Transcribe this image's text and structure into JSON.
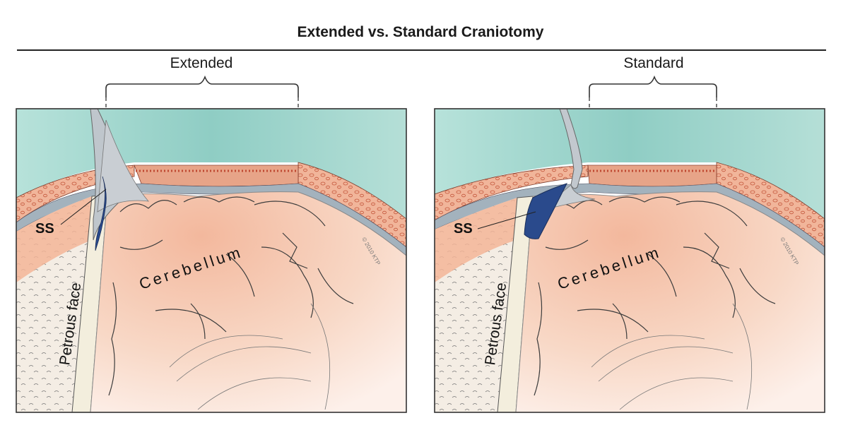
{
  "title": "Extended vs. Standard Craniotomy",
  "panels": [
    {
      "label": "Extended",
      "annotations": {
        "sinus": "SS",
        "petrous": "Petrous face",
        "cerebellum": "Cerebellum",
        "copyright": "© 2010 KTP"
      },
      "sinus_retraction": "wide"
    },
    {
      "label": "Standard",
      "annotations": {
        "sinus": "SS",
        "petrous": "Petrous face",
        "cerebellum": "Cerebellum",
        "copyright": "© 2010 KTP"
      },
      "sinus_retraction": "narrow"
    }
  ],
  "colors": {
    "sky": "#a8d8d0",
    "bone": "#f0b89c",
    "bone_dark": "#c2553a",
    "dura": "#8a9aa8",
    "cerebellum": "#f6c7ae",
    "cerebellum_line": "#3c3c3c",
    "sinus": "#2a4a8c",
    "frame": "#333333"
  }
}
